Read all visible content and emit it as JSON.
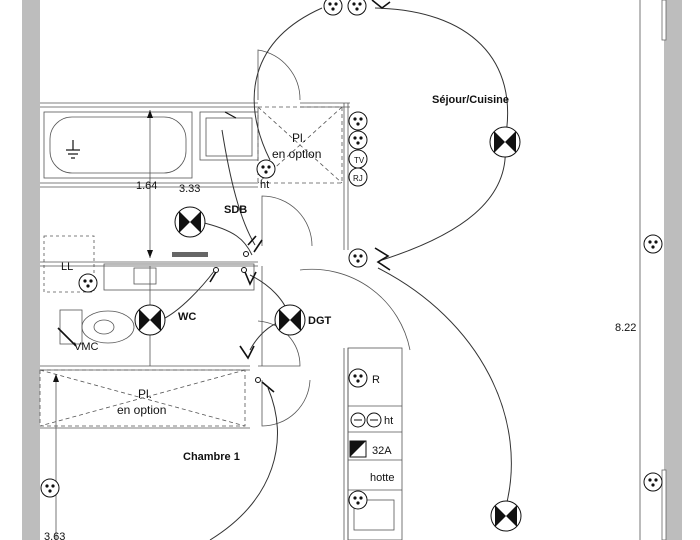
{
  "plan": {
    "rooms": {
      "sejour": "Séjour/Cuisine",
      "sdb": "SDB",
      "wc": "WC",
      "dgt": "DGT",
      "chambre": "Chambre 1"
    },
    "labels": {
      "placard_top_1": "Pl.",
      "placard_top_2": "en option",
      "placard_bot_1": "Pl.",
      "placard_bot_2": "en option",
      "ht_top": "ht",
      "ht_kitchen": "ht",
      "tv": "TV",
      "rj": "RJ",
      "ll": "LL",
      "vmc": "VMC",
      "r": "R",
      "amp": "32A",
      "hotte": "hotte"
    },
    "dimensions": {
      "d164": "1.64",
      "d333": "3.33",
      "d822": "8.22",
      "d363": "3.63"
    }
  }
}
